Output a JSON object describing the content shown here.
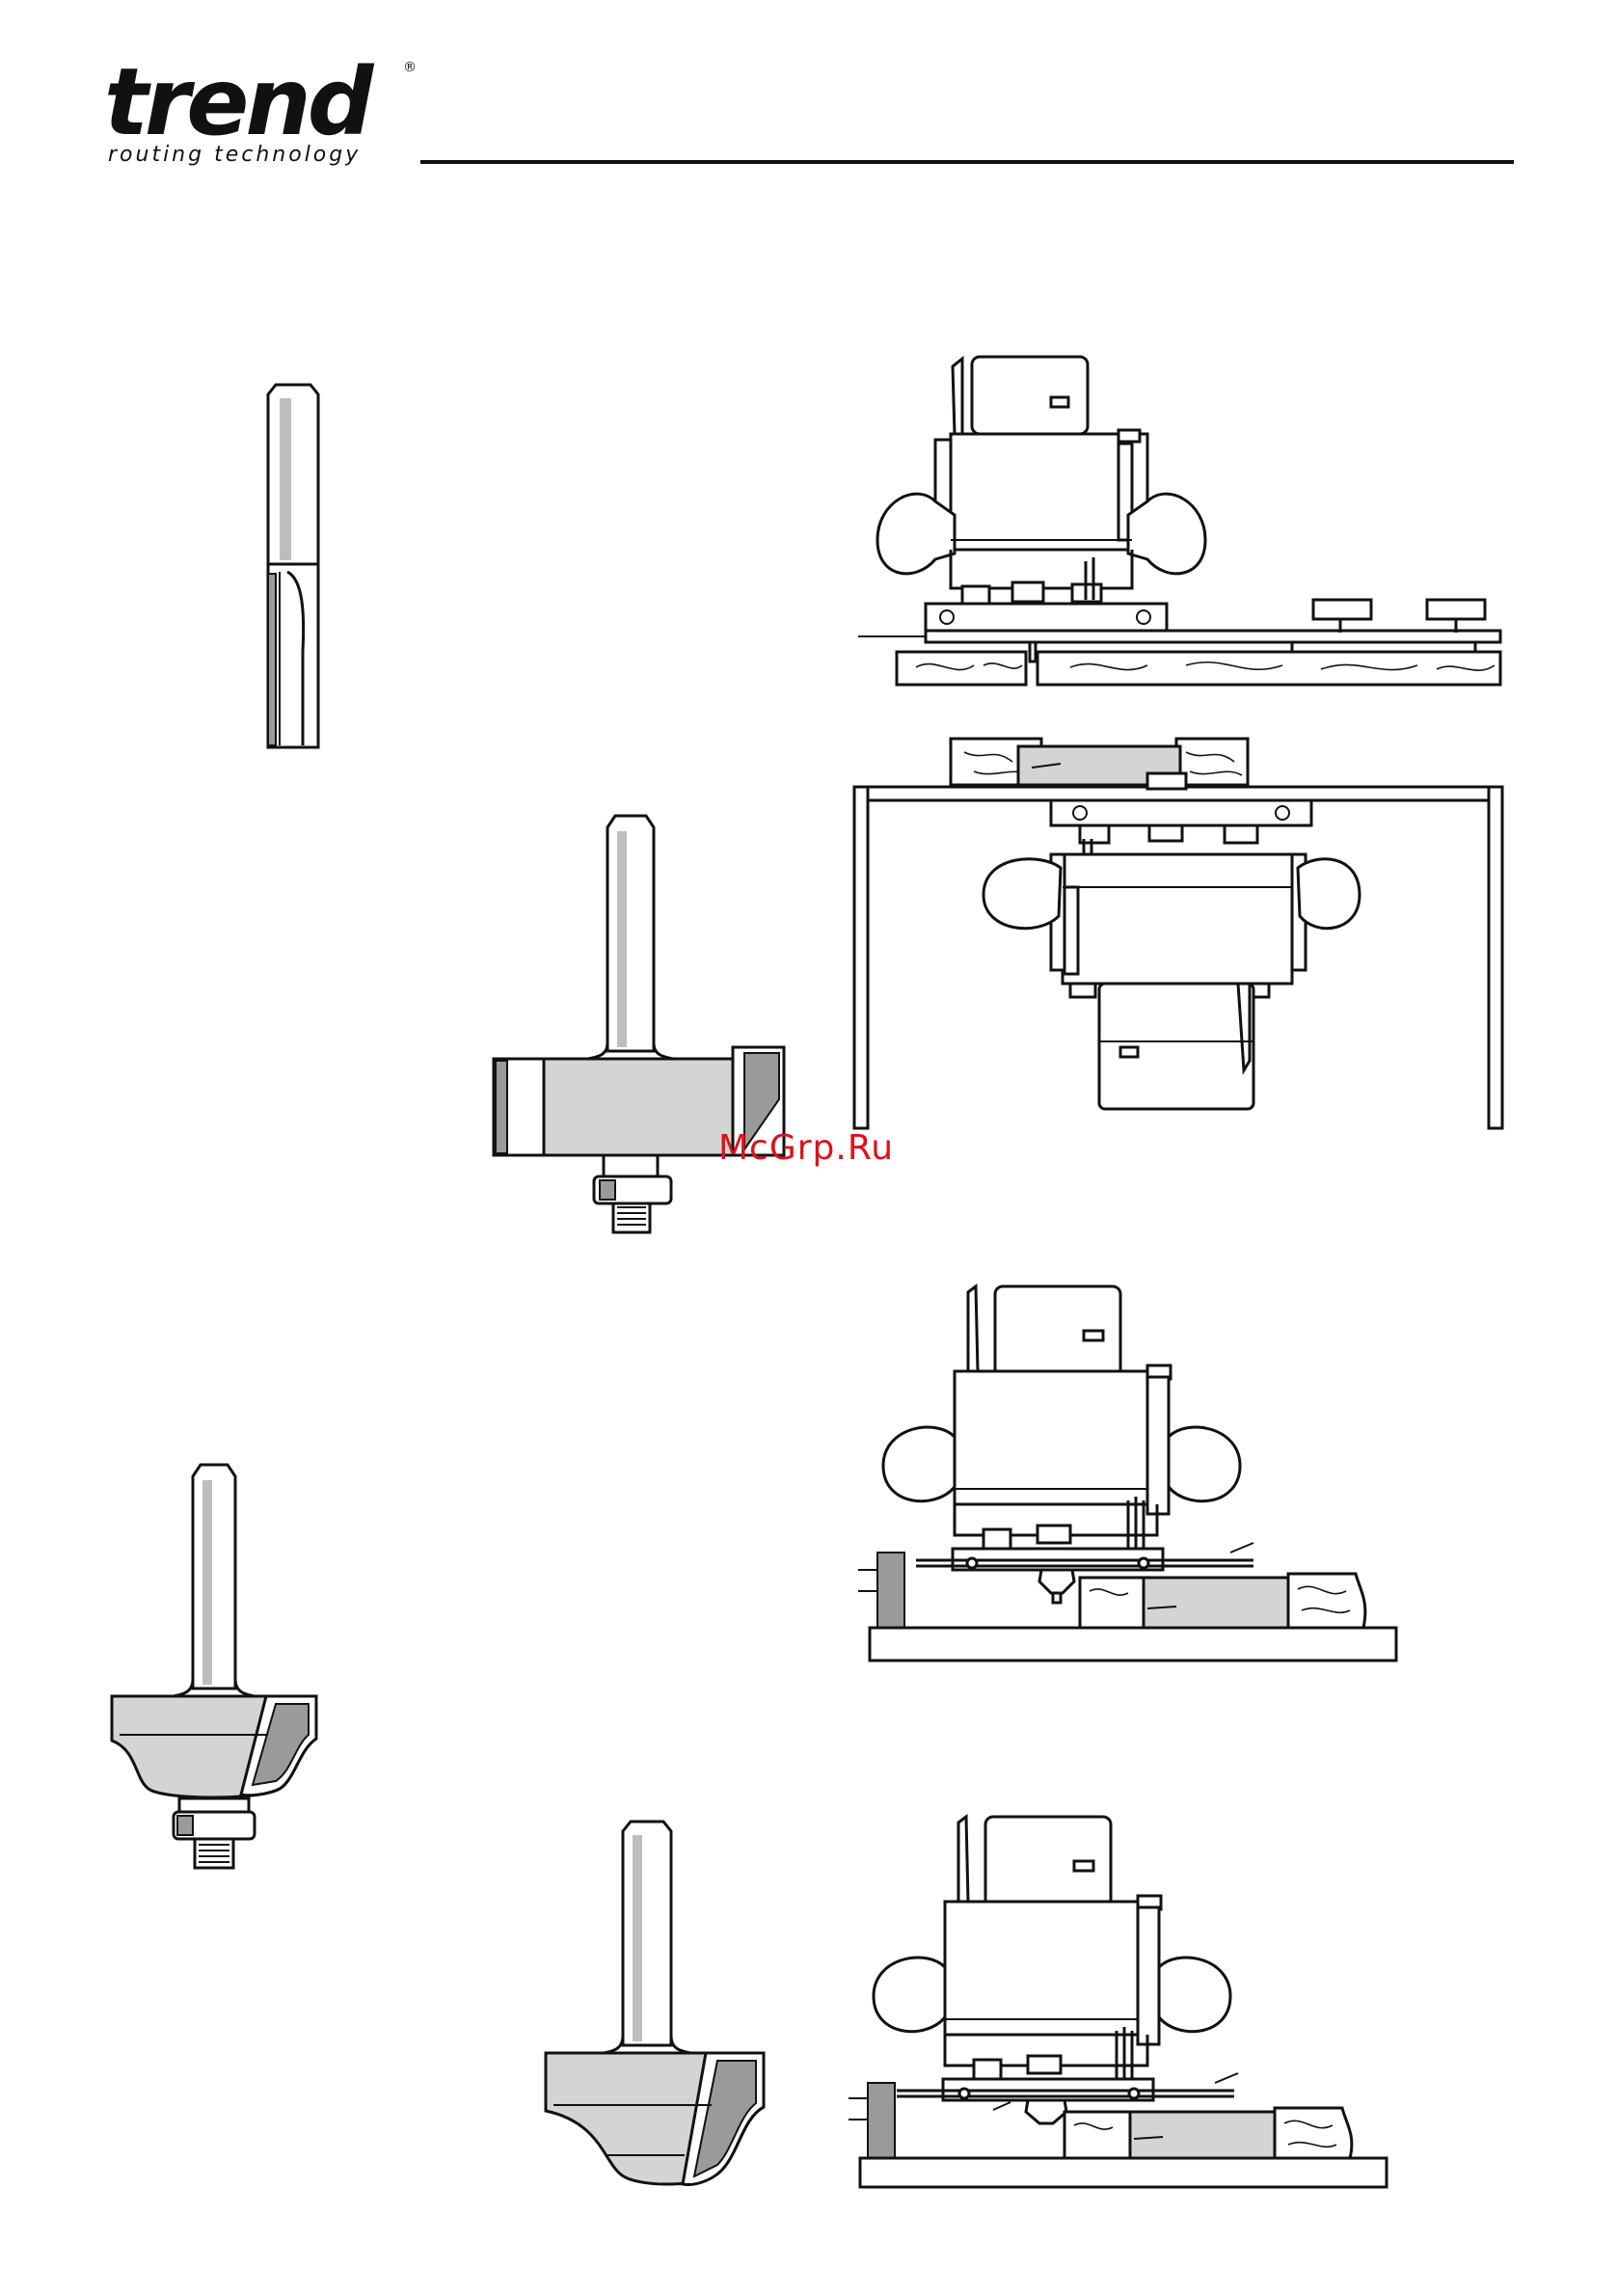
{
  "header": {
    "logo_word": "trend",
    "logo_registered": "®",
    "logo_tagline": "routing technology"
  },
  "watermark": "McGrp.Ru",
  "icons": {
    "straight_cutter": "straight-cutter-bit-icon",
    "rebate_cutter": "rebate-cutter-with-bearing-icon",
    "ovolo_bearing_cutter": "ovolo-cutter-with-bearing-icon",
    "ovolo_cutter": "ovolo-cutter-icon",
    "router_side_fence": "router-with-side-fence-icon",
    "router_table": "router-inverted-in-table-icon",
    "router_bearing_guided": "router-bearing-guided-icon",
    "router_fence_guided": "router-fence-guided-icon"
  }
}
